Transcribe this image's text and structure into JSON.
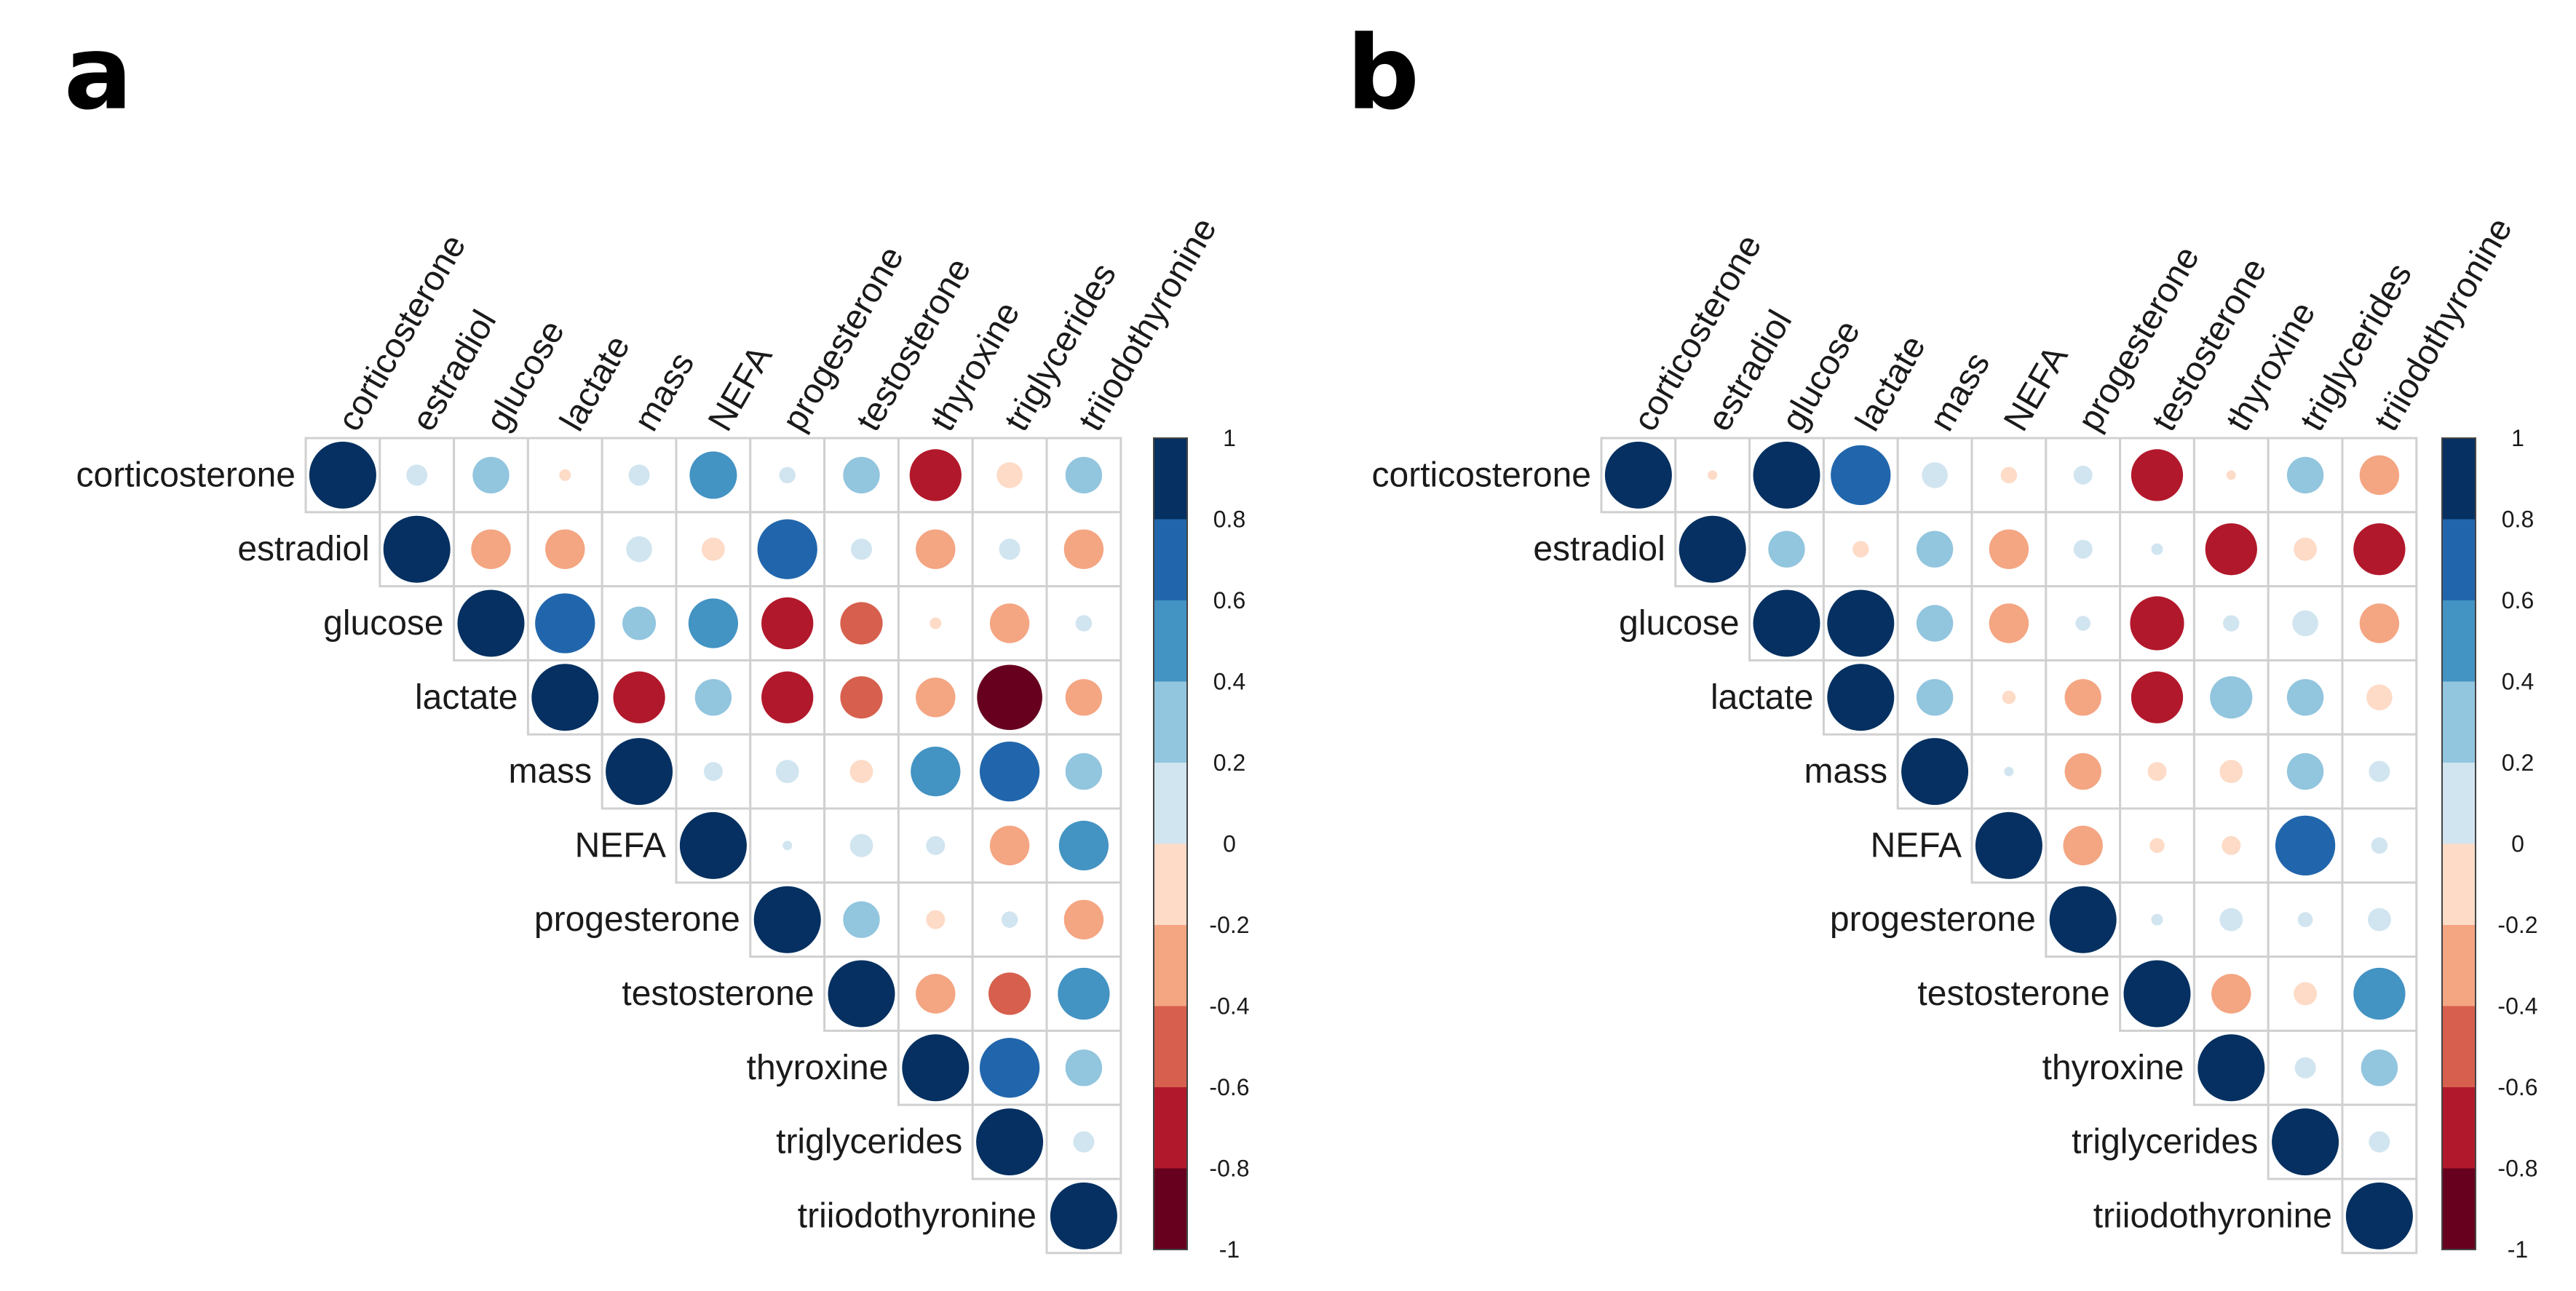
{
  "colors": {
    "scale": [
      "#67001F",
      "#B2182B",
      "#D6604D",
      "#F4A582",
      "#FDDBC7",
      "#D1E5F0",
      "#92C5DE",
      "#4393C3",
      "#2166AC",
      "#053061"
    ],
    "scale_breaks": [
      -1,
      -0.8,
      -0.6,
      -0.4,
      -0.2,
      0,
      0.2,
      0.4,
      0.6,
      0.8,
      1
    ]
  },
  "chart_data": [
    {
      "type": "heatmap",
      "panel_label": "a",
      "variables": [
        "corticosterone",
        "estradiol",
        "glucose",
        "lactate",
        "mass",
        "NEFA",
        "progesterone",
        "testosterone",
        "thyroxine",
        "triglycerides",
        "triiodothyronine"
      ],
      "matrix_upper": [
        [
          1,
          0.1,
          0.3,
          -0.03,
          0.1,
          0.5,
          0.06,
          0.3,
          -0.6,
          -0.15,
          0.3
        ],
        [
          1,
          -0.35,
          -0.35,
          0.15,
          -0.12,
          0.8,
          0.1,
          -0.35,
          0.1,
          -0.35
        ],
        [
          1,
          0.8,
          0.25,
          0.55,
          -0.6,
          -0.4,
          -0.03,
          -0.35,
          0.06
        ],
        [
          1,
          -0.6,
          0.3,
          -0.6,
          -0.4,
          -0.35,
          -0.95,
          -0.3
        ],
        [
          1,
          0.08,
          0.12,
          -0.12,
          0.55,
          0.8,
          0.3
        ],
        [
          1,
          0.02,
          0.12,
          0.08,
          -0.35,
          0.55
        ],
        [
          1,
          0.3,
          -0.08,
          0.06,
          -0.35
        ],
        [
          1,
          -0.35,
          -0.4,
          0.6
        ],
        [
          1,
          0.8,
          0.3
        ],
        [
          1,
          0.1
        ],
        [
          1
        ]
      ],
      "colorbar_ticks": [
        "1",
        "0.8",
        "0.6",
        "0.4",
        "0.2",
        "0",
        "-0.2",
        "-0.4",
        "-0.6",
        "-0.8",
        "-1"
      ]
    },
    {
      "type": "heatmap",
      "panel_label": "b",
      "variables": [
        "corticosterone",
        "estradiol",
        "glucose",
        "lactate",
        "mass",
        "NEFA",
        "progesterone",
        "testosterone",
        "thyroxine",
        "triglycerides",
        "triiodothyronine"
      ],
      "matrix_upper": [
        [
          1,
          -0.02,
          1,
          0.8,
          0.15,
          -0.06,
          0.08,
          -0.6,
          -0.02,
          0.3,
          -0.35
        ],
        [
          1,
          0.3,
          -0.06,
          0.3,
          -0.35,
          0.08,
          0.03,
          -0.6,
          -0.12,
          -0.6
        ],
        [
          1,
          1,
          0.3,
          -0.35,
          0.05,
          -0.65,
          0.06,
          0.15,
          -0.35
        ],
        [
          1,
          0.3,
          -0.04,
          -0.3,
          -0.6,
          0.4,
          0.3,
          -0.15
        ],
        [
          1,
          0.02,
          -0.3,
          -0.08,
          -0.12,
          0.3,
          0.1
        ],
        [
          1,
          -0.35,
          -0.05,
          -0.08,
          0.8,
          0.06
        ],
        [
          1,
          0.03,
          0.12,
          0.05,
          0.12
        ],
        [
          1,
          -0.35,
          -0.12,
          0.6
        ],
        [
          1,
          0.1,
          0.3
        ],
        [
          1,
          0.1
        ],
        [
          1
        ]
      ],
      "colorbar_ticks": [
        "1",
        "0.8",
        "0.6",
        "0.4",
        "0.2",
        "0",
        "-0.2",
        "-0.4",
        "-0.6",
        "-0.8",
        "-1"
      ]
    }
  ]
}
